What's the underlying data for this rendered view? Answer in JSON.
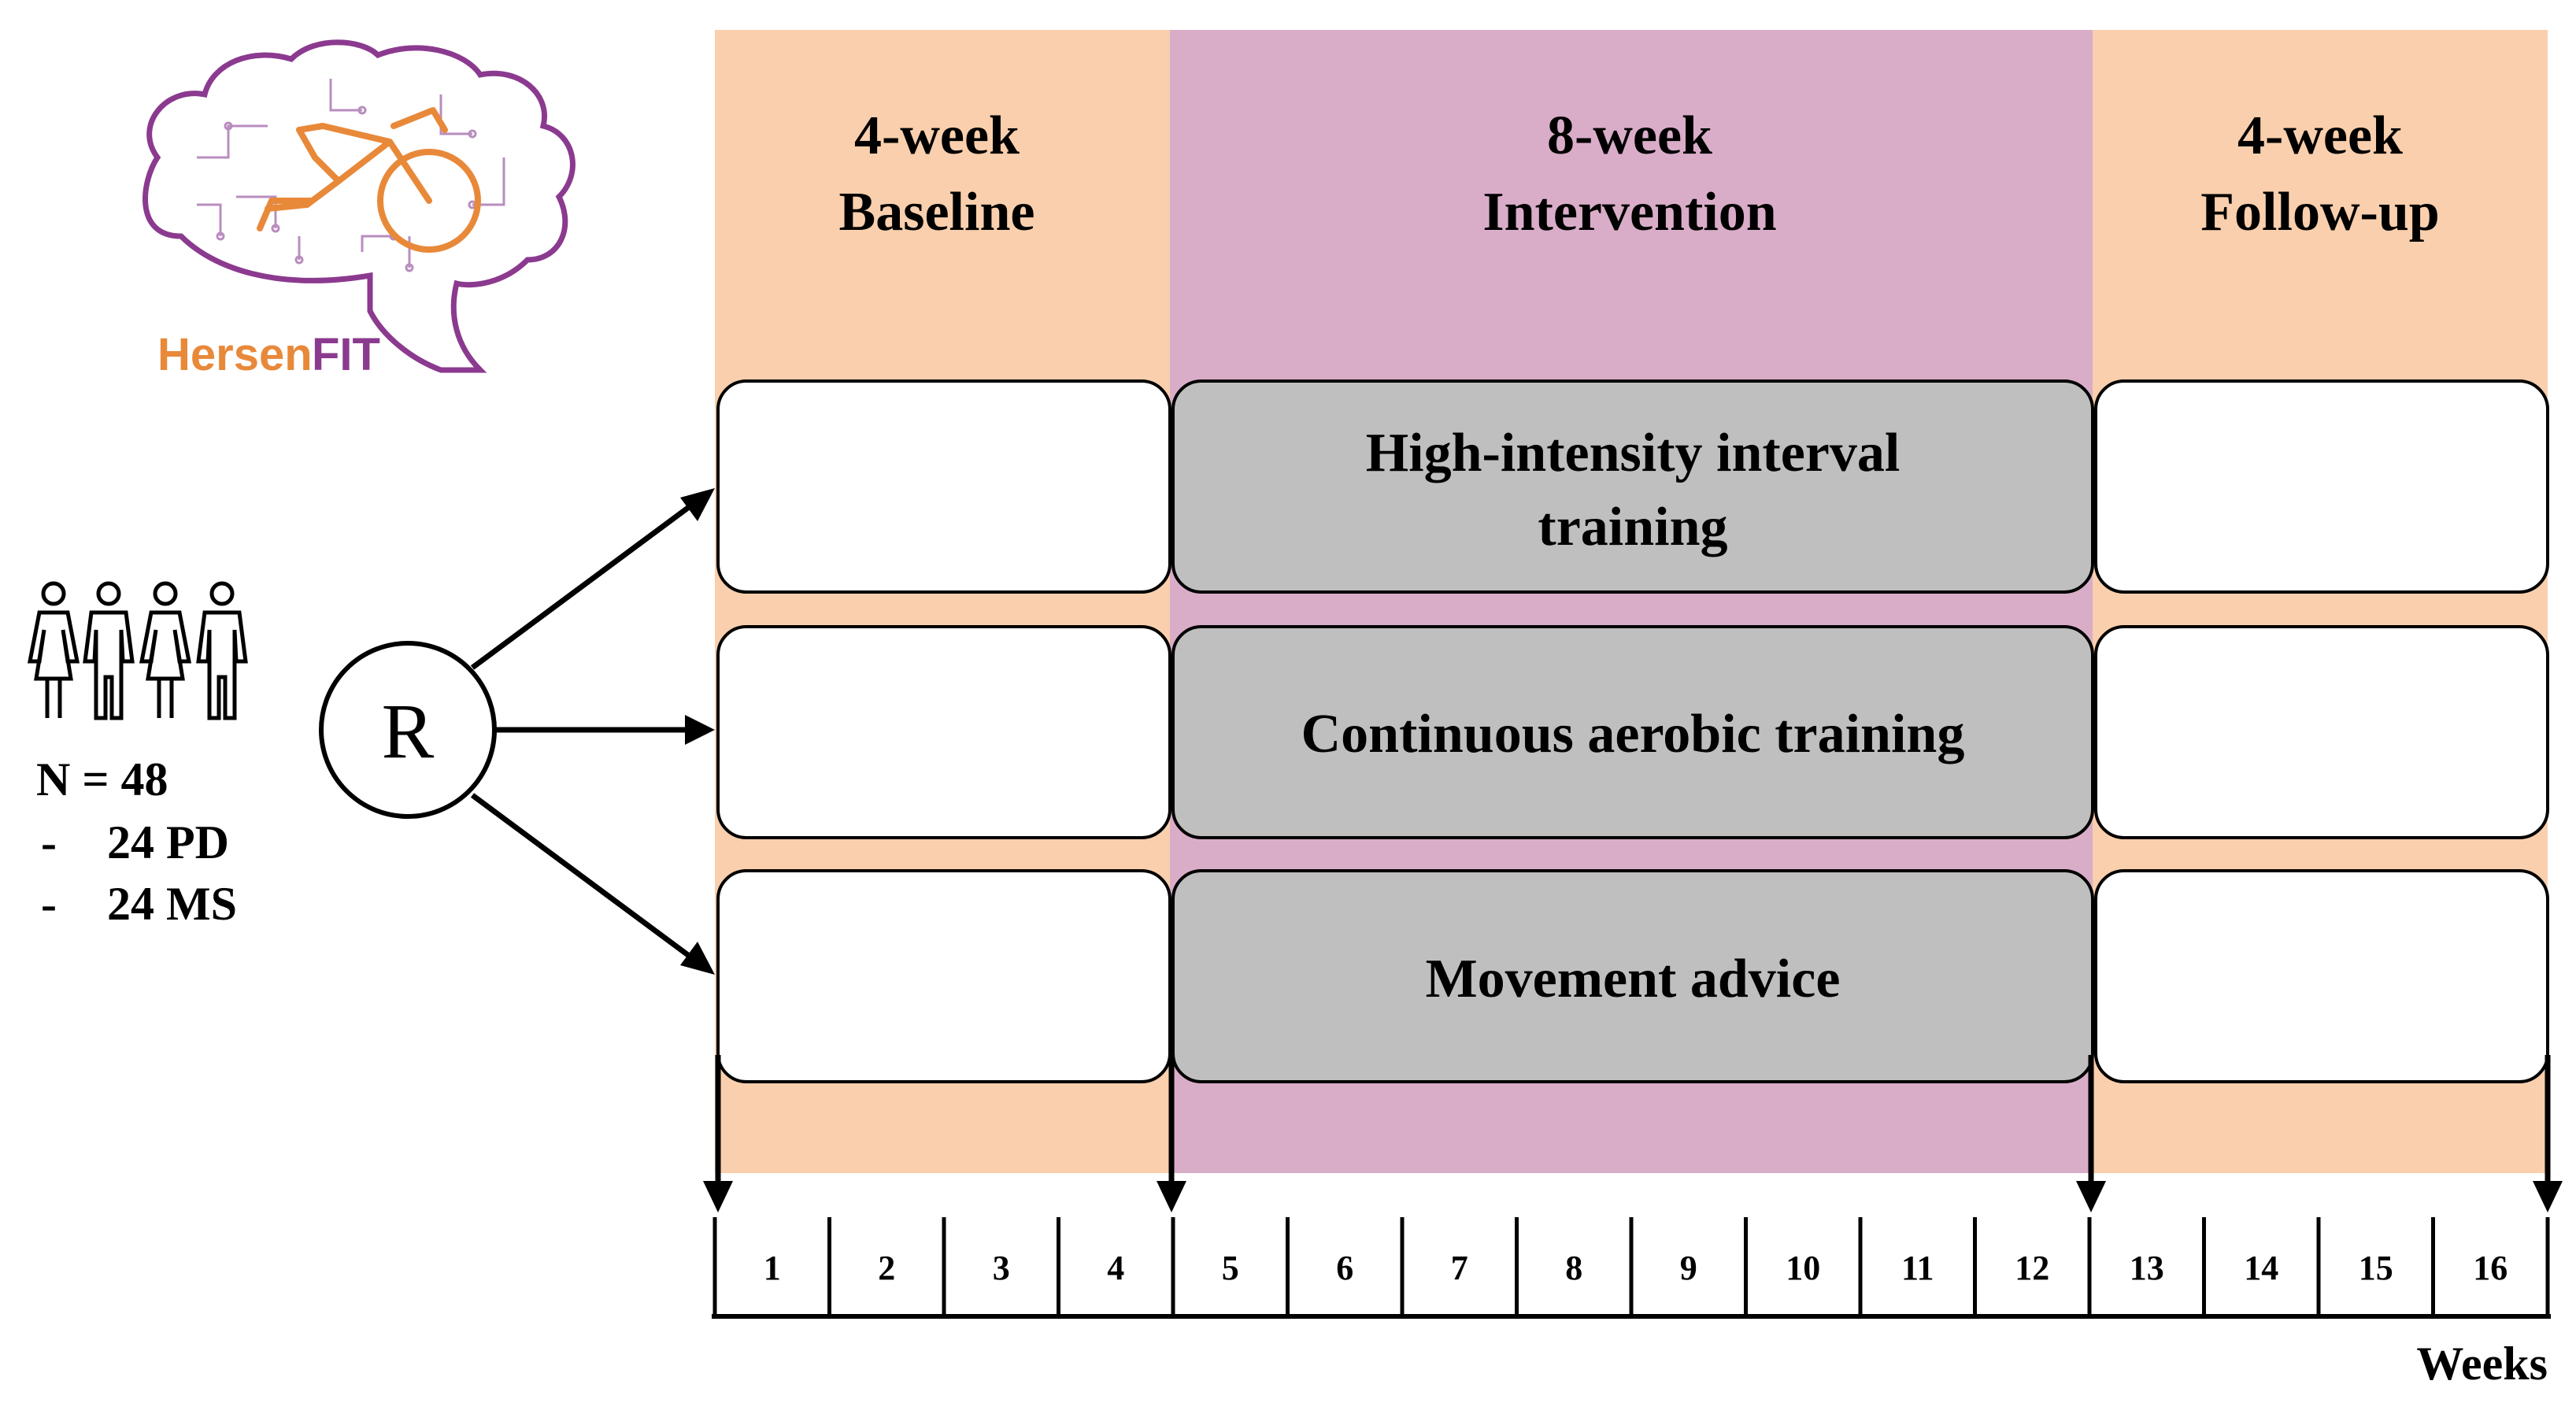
{
  "logo": {
    "name": "HersenFIT",
    "part1": "Hersen",
    "part2": "FIT",
    "color_orange": "#e8893a",
    "color_purple": "#8b3a8f"
  },
  "participants": {
    "total": "N = 48",
    "groups": [
      {
        "dash": "-",
        "label": "24 PD"
      },
      {
        "dash": "-",
        "label": "24 MS"
      }
    ]
  },
  "randomization": {
    "label": "R"
  },
  "phases": [
    {
      "line1": "4-week",
      "line2": "Baseline",
      "color": "#f9cfad"
    },
    {
      "line1": "8-week",
      "line2": "Intervention",
      "color": "#d9adc8"
    },
    {
      "line1": "4-week",
      "line2": "Follow-up",
      "color": "#f9cfad"
    }
  ],
  "arms": [
    {
      "lines": [
        "High-intensity interval",
        "training"
      ]
    },
    {
      "lines": [
        "Continuous aerobic training"
      ]
    },
    {
      "lines": [
        "Movement advice"
      ]
    }
  ],
  "colors": {
    "arm_box": "#bfbfbf",
    "white_box": "#ffffff",
    "stroke": "#000000"
  },
  "timeline": {
    "weeks": [
      "1",
      "2",
      "3",
      "4",
      "5",
      "6",
      "7",
      "8",
      "9",
      "10",
      "11",
      "12",
      "13",
      "14",
      "15",
      "16"
    ],
    "axis_label": "Weeks"
  }
}
